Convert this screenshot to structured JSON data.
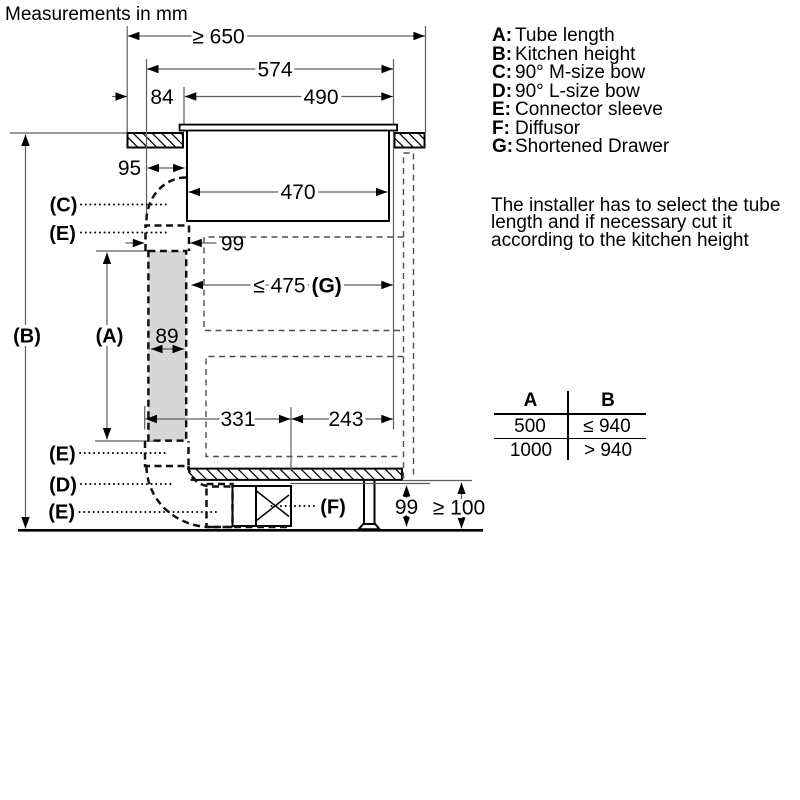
{
  "title": "Measurements in mm",
  "legend": {
    "items": [
      {
        "key": "A:",
        "label": "Tube length"
      },
      {
        "key": "B:",
        "label": "Kitchen height"
      },
      {
        "key": "C:",
        "label": "90° M-size bow"
      },
      {
        "key": "D:",
        "label": "90° L-size bow"
      },
      {
        "key": "E:",
        "label": "Connector sleeve"
      },
      {
        "key": "F:",
        "label": "Diffusor"
      },
      {
        "key": "G:",
        "label": "Shortened Drawer"
      }
    ]
  },
  "note": {
    "lines": [
      "The installer has to select the tube",
      "length and if necessary cut it",
      "according to the kitchen height"
    ]
  },
  "table": {
    "headers": [
      "A",
      "B"
    ],
    "rows": [
      [
        "500",
        "≤ 940"
      ],
      [
        "1000",
        "> 940"
      ]
    ]
  },
  "dims": {
    "d650": "≥ 650",
    "d574": "574",
    "d84": "84",
    "d490": "490",
    "d95": "95",
    "d470": "470",
    "d99_top": "99",
    "d475_value": "≤ 475 ",
    "d475_suffix": "(G)",
    "d89": "89",
    "d331": "331",
    "d243": "243",
    "d99_bottom": "99",
    "d100": "≥ 100"
  },
  "labels": {
    "A": "(A)",
    "B": "(B)",
    "C": "(C)",
    "D": "(D)",
    "E1": "(E)",
    "E2": "(E)",
    "E3": "(E)",
    "F": "(F)"
  },
  "colors": {
    "line": "#000000",
    "dim_line": "#6e6e6e",
    "pipe_dash": "#111111",
    "zone_dash": "#4f4f4f",
    "tube_fill": "#d7d7d7",
    "background": "#ffffff"
  }
}
